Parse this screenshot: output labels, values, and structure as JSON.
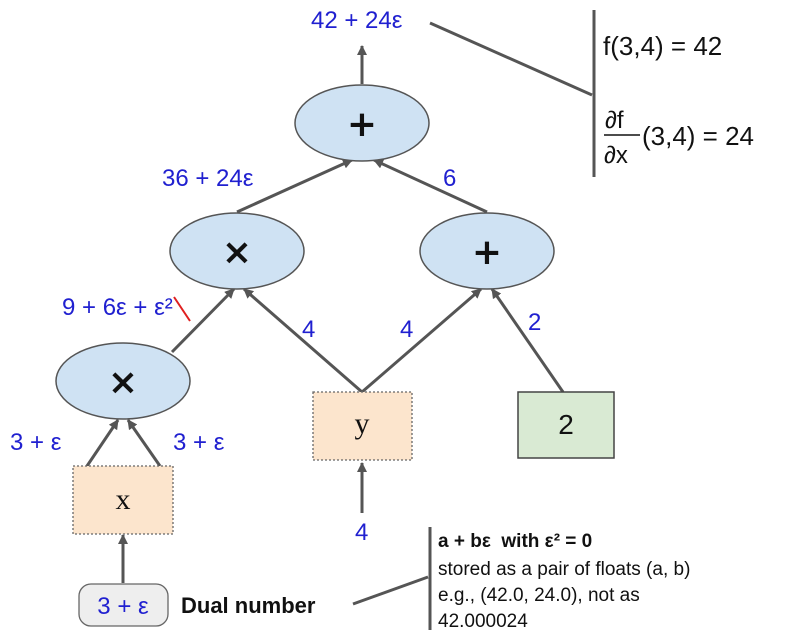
{
  "nodes": {
    "top_plus": {
      "symbol": "+"
    },
    "mul_left": {
      "symbol": "×"
    },
    "plus_right": {
      "symbol": "+"
    },
    "mul_bottom": {
      "symbol": "×"
    },
    "x": {
      "label": "x"
    },
    "y": {
      "label": "y"
    },
    "const_two": {
      "label": "2"
    },
    "dual_input": {
      "label": "3 + ε"
    }
  },
  "edges": {
    "output": "42 + 24ε",
    "left_into_top": "36 + 24ε",
    "right_into_top": "6",
    "bottom_mul_out_main": "9 + 6ε + ",
    "bottom_mul_out_struck": "ε²",
    "y_to_mul": "4",
    "y_to_plus": "4",
    "two_to_plus": "2",
    "x_left": "3 + ε",
    "x_right": "3 + ε",
    "y_input": "4"
  },
  "result_panel": {
    "f_value": "f(3,4) = 42",
    "partial_num": "∂f",
    "partial_den": "∂x",
    "partial_value": "(3,4) = 24"
  },
  "dual_label": "Dual number",
  "note": {
    "heading": "a + bε  with ε² = 0",
    "line1": "stored as a pair of floats (a, b)",
    "line2": "e.g., (42.0, 24.0), not as",
    "line3": "42.000024"
  },
  "colors": {
    "op_fill": "#cfe2f3",
    "var_fill": "#fce5cd",
    "const_fill": "#d9ead3",
    "dual_fill": "#eeeeee",
    "edge_value": "#2020d0",
    "strike": "#e02020"
  }
}
